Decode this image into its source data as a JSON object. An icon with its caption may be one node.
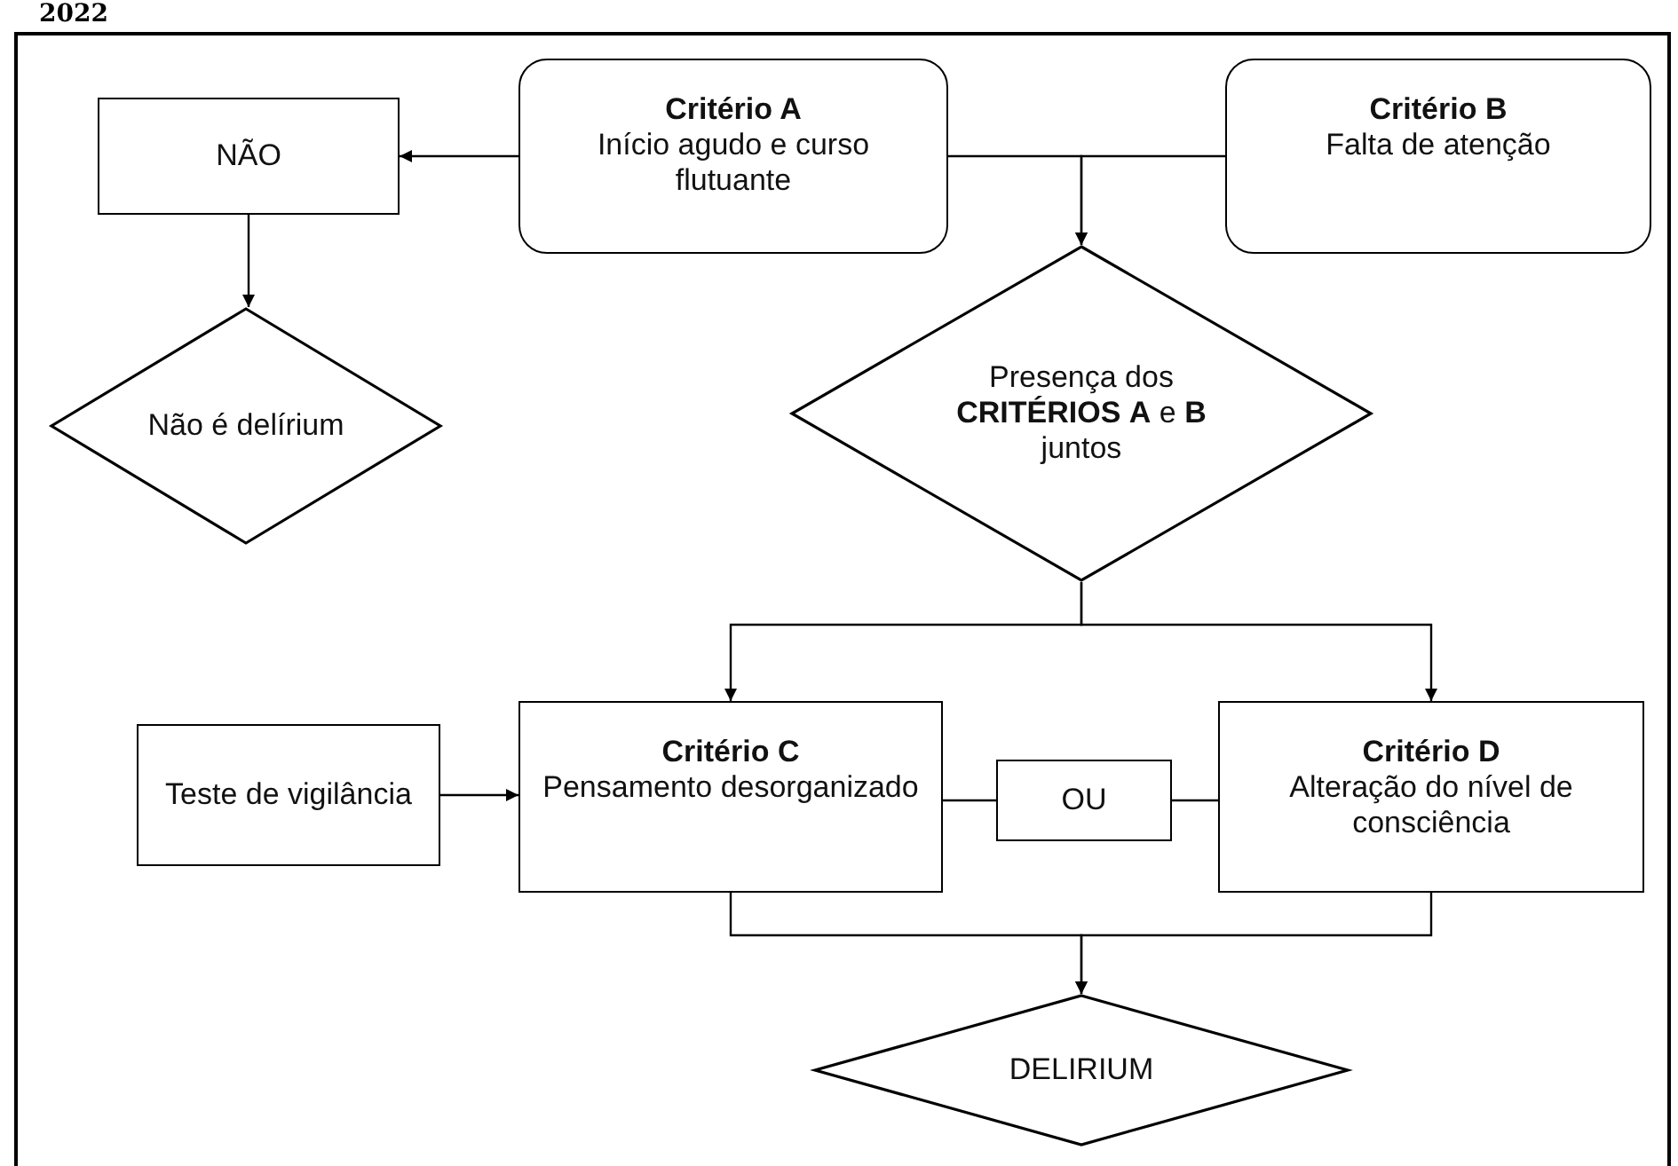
{
  "diagram": {
    "nodes": [
      {
        "text": [
          "NÃO"
        ]
      },
      {
        "text": [
          "Critério A",
          "Início agudo e curso flutuante"
        ]
      },
      {
        "text": [
          "Critério B",
          "Falta de atenção"
        ]
      },
      {
        "text": [
          "Não é delírium"
        ]
      },
      {
        "text": [
          "Presença dos **CRITÉRIOS** **A** e **B** juntos"
        ]
      },
      {
        "text": [
          "Teste de vigilância"
        ]
      },
      {
        "text": [
          "Critério C",
          "Pensamento desorganizado"
        ]
      },
      {
        "text": [
          "OU"
        ]
      },
      {
        "text": [
          "Critério D",
          "Alteração do nível de consciência"
        ]
      },
      {
        "text": [
          "DELIRIUM"
        ]
      }
    ],
    "edges": [
      {
        "from": 1,
        "to": 0,
        "arrow": "to"
      },
      {
        "from": 0,
        "to": 3,
        "arrow": "to"
      },
      {
        "from": 1,
        "to": 4,
        "arrow": "to"
      },
      {
        "from": 2,
        "to": 4,
        "arrow": "to"
      },
      {
        "from": 4,
        "to": 6,
        "arrow": "to"
      },
      {
        "from": 4,
        "to": 8,
        "arrow": "to"
      },
      {
        "from": 5,
        "to": 6,
        "arrow": "to"
      },
      {
        "from": 6,
        "to": 7,
        "arrow": "none"
      },
      {
        "from": 7,
        "to": 8,
        "arrow": "none"
      },
      {
        "from": 6,
        "to": 9,
        "arrow": "to"
      },
      {
        "from": 8,
        "to": 9,
        "arrow": "to"
      }
    ],
    "labels": [
      "2022"
    ]
  }
}
